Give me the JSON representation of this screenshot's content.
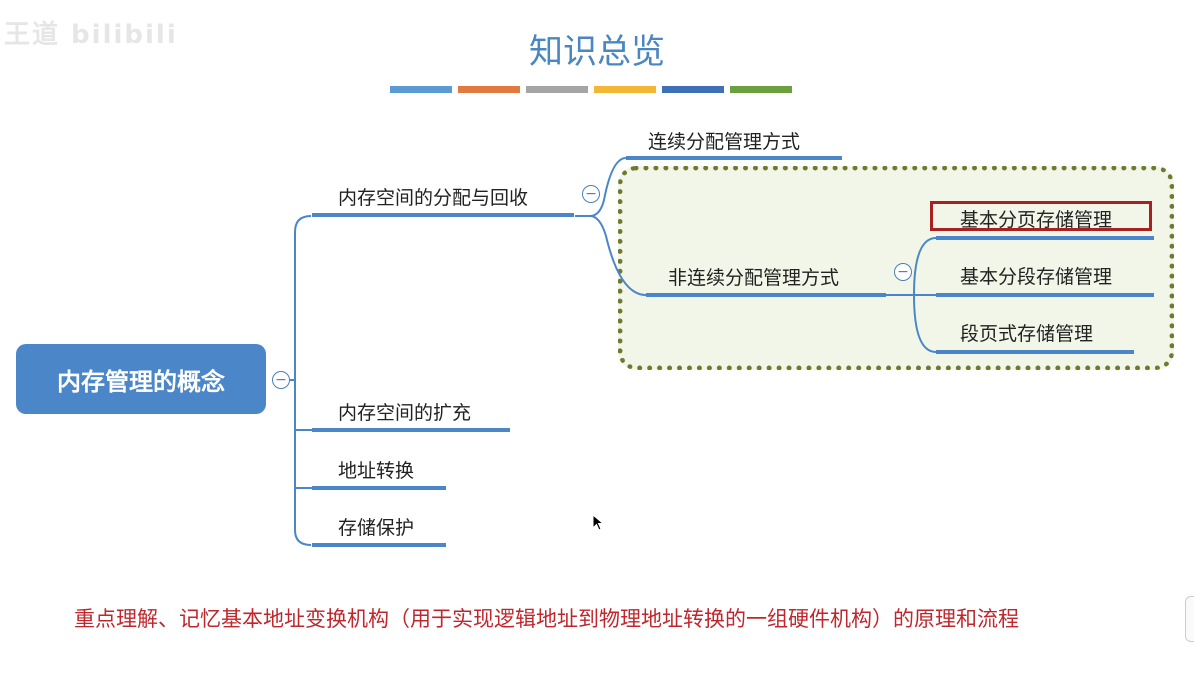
{
  "watermark": "王道 bilibili",
  "title": "知识总览",
  "color_bar": [
    "#5a9bd4",
    "#e07a40",
    "#a5a5a5",
    "#f2b735",
    "#3f6fb8",
    "#6aa040"
  ],
  "mindmap": {
    "root": "内存管理的概念",
    "branches": [
      "内存空间的分配与回收",
      "内存空间的扩充",
      "地址转换",
      "存储保护"
    ],
    "allocation": [
      "连续分配管理方式",
      "非连续分配管理方式"
    ],
    "non_contiguous": [
      "基本分页存储管理",
      "基本分段存储管理",
      "段页式存储管理"
    ],
    "collapse_symbol": "−"
  },
  "note": "重点理解、记忆基本地址变换机构（用于实现逻辑地址到物理地址转换的一组硬件机构）的原理和流程",
  "colors": {
    "accent": "#4a86c8",
    "dashed_border": "#6e7a2e",
    "highlight": "#a8201f",
    "note_text": "#c0272d"
  }
}
